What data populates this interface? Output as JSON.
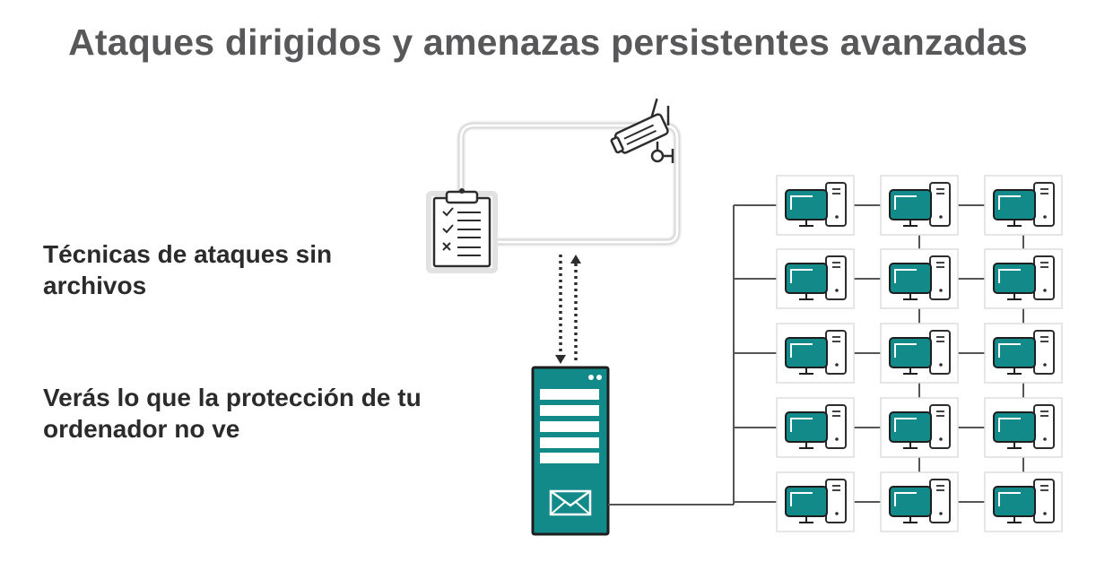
{
  "slide": {
    "title": "Ataques dirigidos y amenazas persistentes avanzadas",
    "points": [
      "Técnicas de ataques sin archivos",
      "Verás lo que la protección de tu ordenador no ve"
    ]
  },
  "diagram": {
    "icons": {
      "monitoring": "clipboard-checklist-icon",
      "surveillance": "security-camera-icon",
      "server": "mail-server-icon",
      "workstation": "desktop-computer-icon"
    },
    "network": {
      "rows": 5,
      "columns": 3
    },
    "colors": {
      "teal": "#138a8a",
      "teal_light": "#19a3a3",
      "dark_outline": "#2d2d2d",
      "line": "#555555",
      "title_gray": "#58585a"
    }
  }
}
